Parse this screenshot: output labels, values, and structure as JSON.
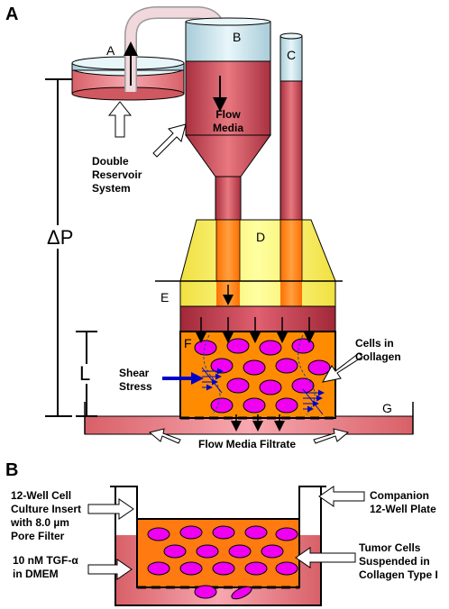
{
  "panel_a": {
    "label": "A",
    "letters": {
      "a": "A",
      "b": "B",
      "c": "C",
      "d": "D",
      "e": "E",
      "f": "F",
      "g": "G"
    },
    "flow_media": [
      "Flow",
      "Media"
    ],
    "double_reservoir": [
      "Double",
      "Reservoir",
      "System"
    ],
    "delta_p": "ΔP",
    "length": "L",
    "cells_in_collagen": [
      "Cells in",
      "Collagen"
    ],
    "shear_stress": [
      "Shear",
      "Stress"
    ],
    "filtrate": "Flow Media Filtrate"
  },
  "panel_b": {
    "label": "B",
    "insert": [
      "12-Well Cell",
      "Culture Insert",
      "with 8.0 µm",
      "Pore Filter"
    ],
    "tgf": [
      "10 nM TGF-α",
      "in DMEM"
    ],
    "plate": [
      "Companion",
      "12-Well Plate"
    ],
    "tumor": [
      "Tumor Cells",
      "Suspended in",
      "Collagen Type I"
    ]
  },
  "colors": {
    "media": "#c85058",
    "media_light": "#e88088",
    "glass": "#cce8ee",
    "yellow": "#ffff80",
    "orange": "#ff8c00",
    "cell": "#f000f0",
    "arrow_blue": "#0000cc"
  }
}
